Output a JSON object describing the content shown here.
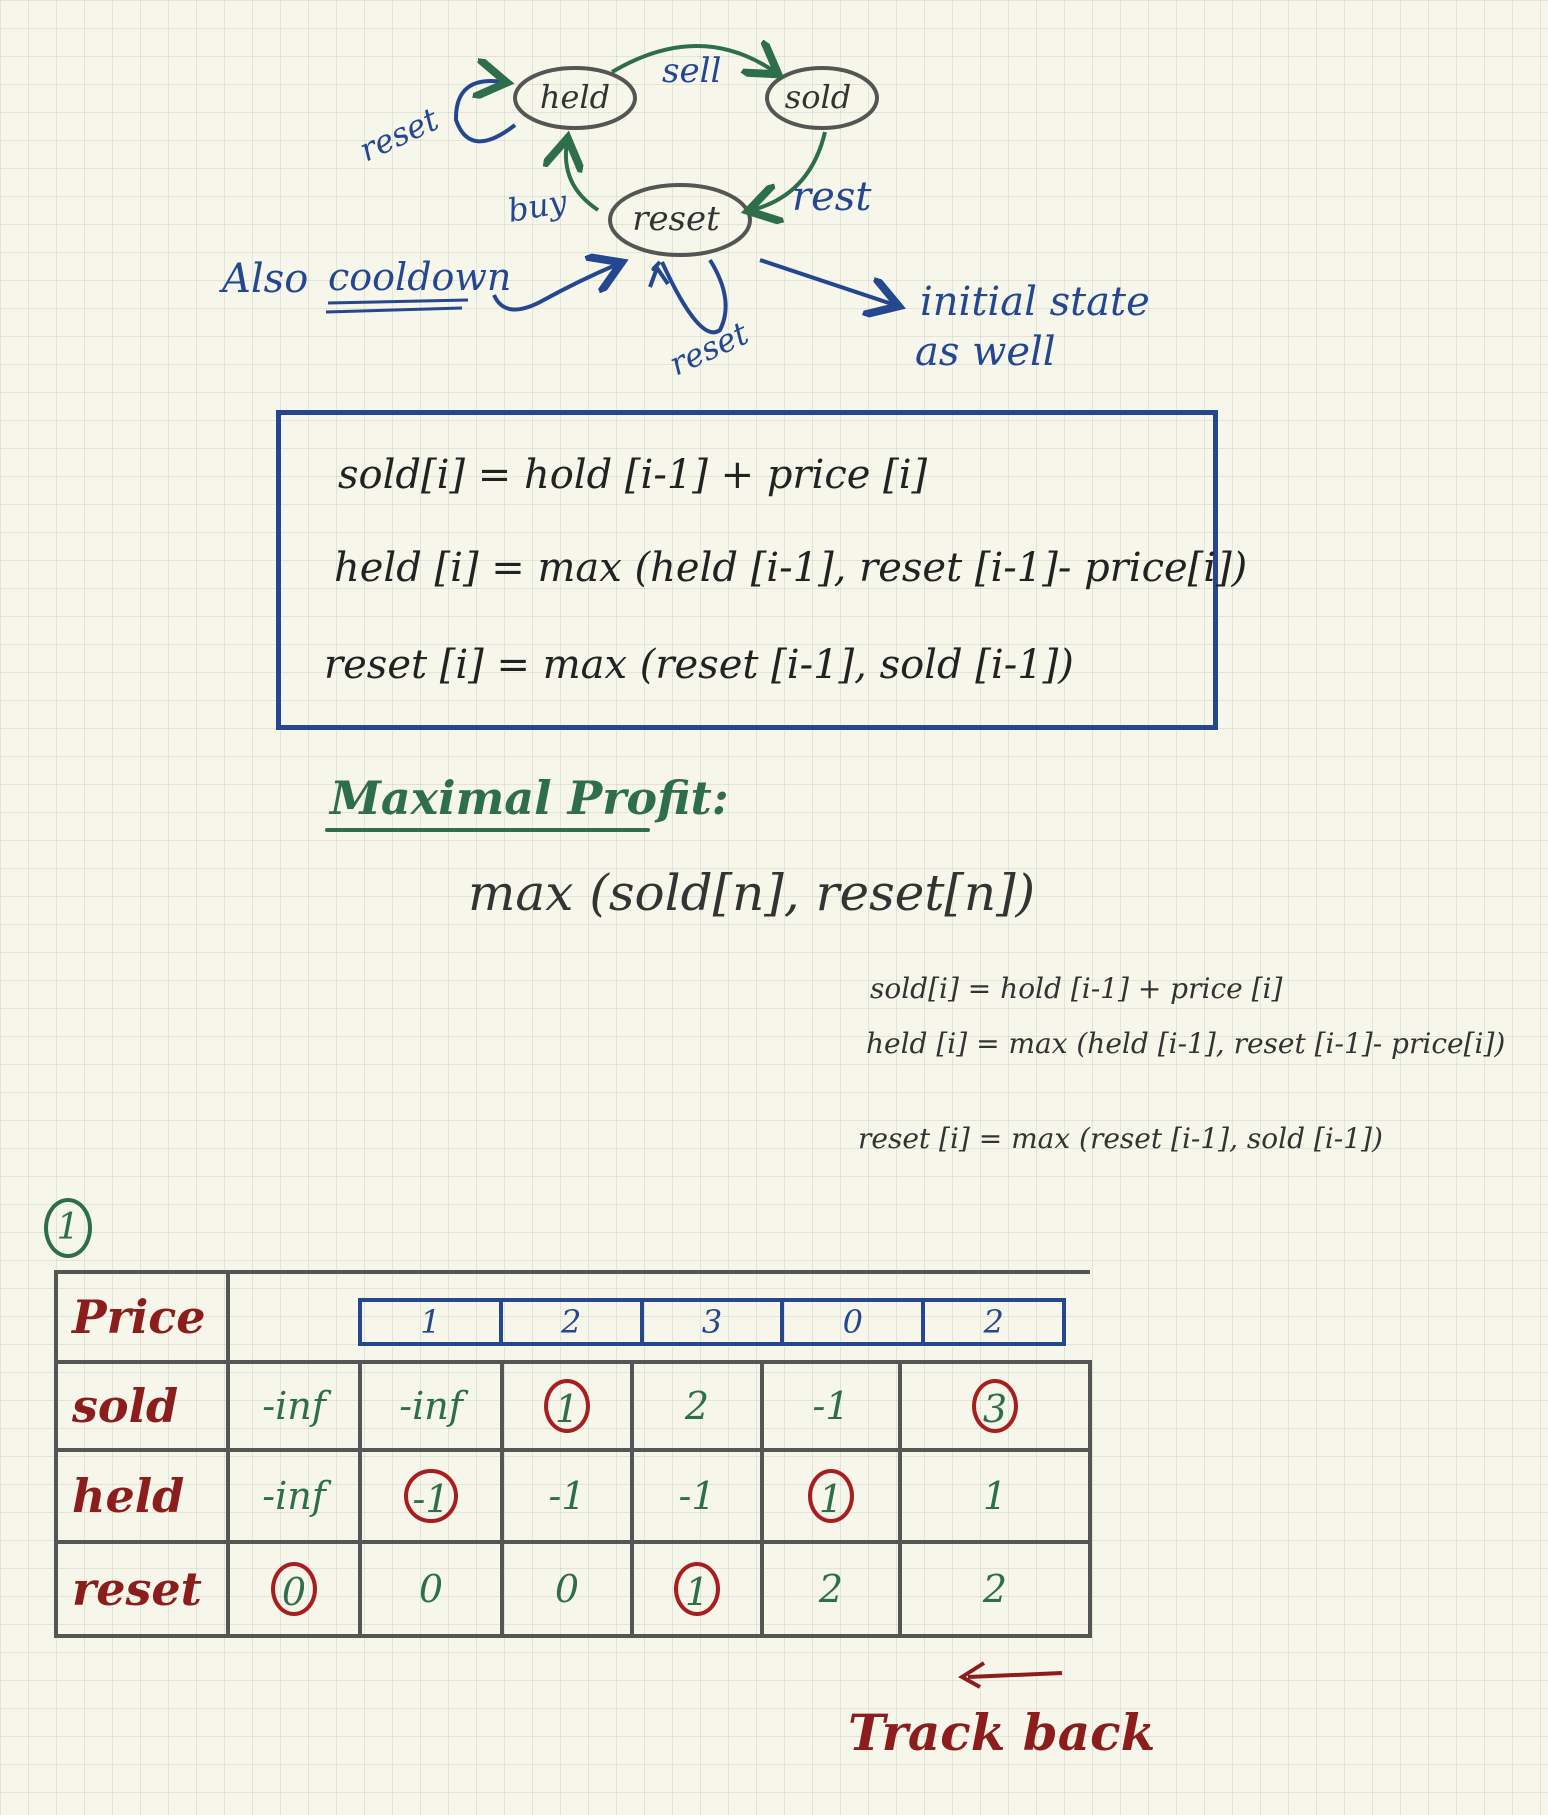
{
  "state_diagram": {
    "states": [
      "held",
      "sold",
      "reset"
    ],
    "transitions": [
      {
        "from": "held",
        "to": "sold",
        "label": "sell"
      },
      {
        "from": "sold",
        "to": "reset",
        "label": "rest"
      },
      {
        "from": "reset",
        "to": "held",
        "label": "buy"
      },
      {
        "from": "held",
        "to": "held",
        "label": "reset"
      },
      {
        "from": "reset",
        "to": "reset",
        "label": "reset"
      }
    ],
    "note_cooldown_prefix": "Also",
    "note_cooldown_word": "cooldown",
    "note_initial_line1": "initial state",
    "note_initial_line2": "as well"
  },
  "formulas": {
    "sold": "sold[i]  =  hold [i-1] + price [i]",
    "held": "held [i]  = max (held [i-1],  reset [i-1]- price[i])",
    "reset": "reset [i]  =  max (reset [i-1],  sold [i-1])"
  },
  "profit": {
    "title": "Maximal Profit",
    "colon": ":",
    "expression": "max (sold[n], reset[n])"
  },
  "example_marker": "1",
  "table": {
    "row_labels": [
      "Price",
      "sold",
      "held",
      "reset"
    ],
    "prices": [
      "1",
      "2",
      "3",
      "0",
      "2"
    ],
    "sold": [
      "-inf",
      "-inf",
      "1",
      "2",
      "-1",
      "3"
    ],
    "held": [
      "-inf",
      "-1",
      "-1",
      "-1",
      "1",
      "1"
    ],
    "reset": [
      "0",
      "0",
      "0",
      "1",
      "2",
      "2"
    ],
    "circled": {
      "sold": [
        2,
        5
      ],
      "held": [
        1,
        4
      ],
      "reset": [
        0,
        3
      ]
    }
  },
  "traceback_label": "Track back",
  "colors": {
    "background": "#f6f6ea",
    "blue": "#24478f",
    "green": "#2e6e4a",
    "red": "#8b1d1d",
    "circle_red": "#a81e1e",
    "ink": "#333333"
  }
}
